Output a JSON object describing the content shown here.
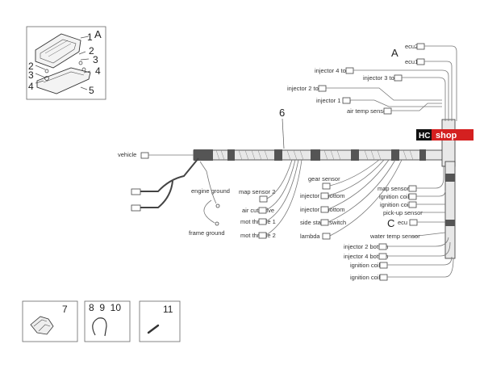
{
  "header_letter": "A",
  "main_part_number": "6",
  "detail_a": {
    "letter": "A",
    "numbers": [
      "1",
      "2",
      "3",
      "2",
      "3",
      "4",
      "4",
      "5"
    ]
  },
  "connectors_right": {
    "ecu2": "ecu2",
    "ecu1": "ecu1",
    "injector4_top": "injector 4 top",
    "injector3_top": "injector 3 top",
    "injector2_top": "injector 2 top",
    "injector1_top": "injector 1 top",
    "air_temp_sensor": "air temp sensor"
  },
  "left_labels": {
    "vehicle": "vehicle",
    "engine_ground": "engine ground",
    "frame_ground": "frame ground"
  },
  "center_labels": {
    "map_sensor_2": "map sensor 2",
    "air_cut_valve": "air cut valve",
    "mot_throttle_1": "mot throttle 1",
    "mot_throttle_2": "mot throttle 2",
    "gear_sensor": "gear sensor",
    "injector1_bottom": "injector 1 bottom",
    "injector3_bottom": "injector 3 bottom",
    "side_stand_switch": "side stand switch",
    "lambda": "lambda"
  },
  "right_labels": {
    "map_sensor_1": "map sensor 1",
    "ignition_coil_3": "ignition coil 3",
    "ignition_coil_1": "ignition coil 1",
    "pickup_sensor": "pick-up sensor",
    "c_letter": "C",
    "ecu": "ecu",
    "water_temp_sensor": "water temp sensor",
    "injector2_bottom": "injector 2 bottom",
    "injector4_bottom": "injector 4 bottom",
    "ignition_coil_2": "ignition coil 2",
    "ignition_coil_4": "ignition coil 4"
  },
  "logo": {
    "hc": "HC",
    "shop": "shop"
  },
  "parts_boxes": [
    {
      "label": "7"
    },
    {
      "label": "8  9  10"
    },
    {
      "label": "11"
    }
  ]
}
